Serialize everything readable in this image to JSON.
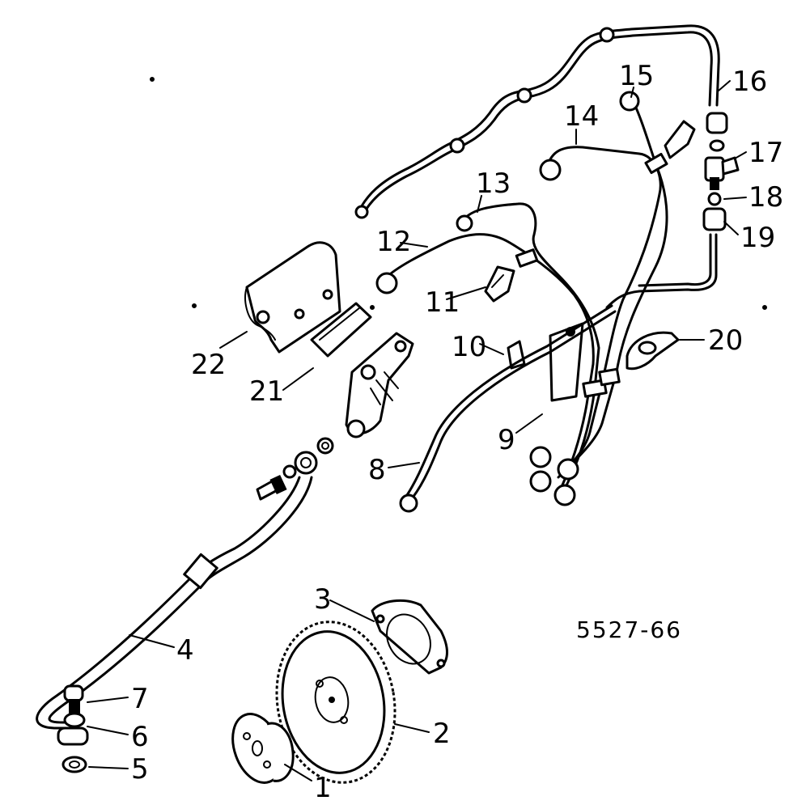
{
  "reference_code": "5527-66",
  "callouts": [
    {
      "id": "c1",
      "label": "1"
    },
    {
      "id": "c2",
      "label": "2"
    },
    {
      "id": "c3",
      "label": "3"
    },
    {
      "id": "c4",
      "label": "4"
    },
    {
      "id": "c5",
      "label": "5"
    },
    {
      "id": "c6",
      "label": "6"
    },
    {
      "id": "c7",
      "label": "7"
    },
    {
      "id": "c8",
      "label": "8"
    },
    {
      "id": "c9",
      "label": "9"
    },
    {
      "id": "c10",
      "label": "10"
    },
    {
      "id": "c11",
      "label": "11"
    },
    {
      "id": "c12",
      "label": "12"
    },
    {
      "id": "c13",
      "label": "13"
    },
    {
      "id": "c14",
      "label": "14"
    },
    {
      "id": "c15",
      "label": "15"
    },
    {
      "id": "c16",
      "label": "16"
    },
    {
      "id": "c17",
      "label": "17"
    },
    {
      "id": "c18",
      "label": "18"
    },
    {
      "id": "c19",
      "label": "19"
    },
    {
      "id": "c20",
      "label": "20"
    },
    {
      "id": "c21",
      "label": "21"
    },
    {
      "id": "c22",
      "label": "22"
    }
  ]
}
